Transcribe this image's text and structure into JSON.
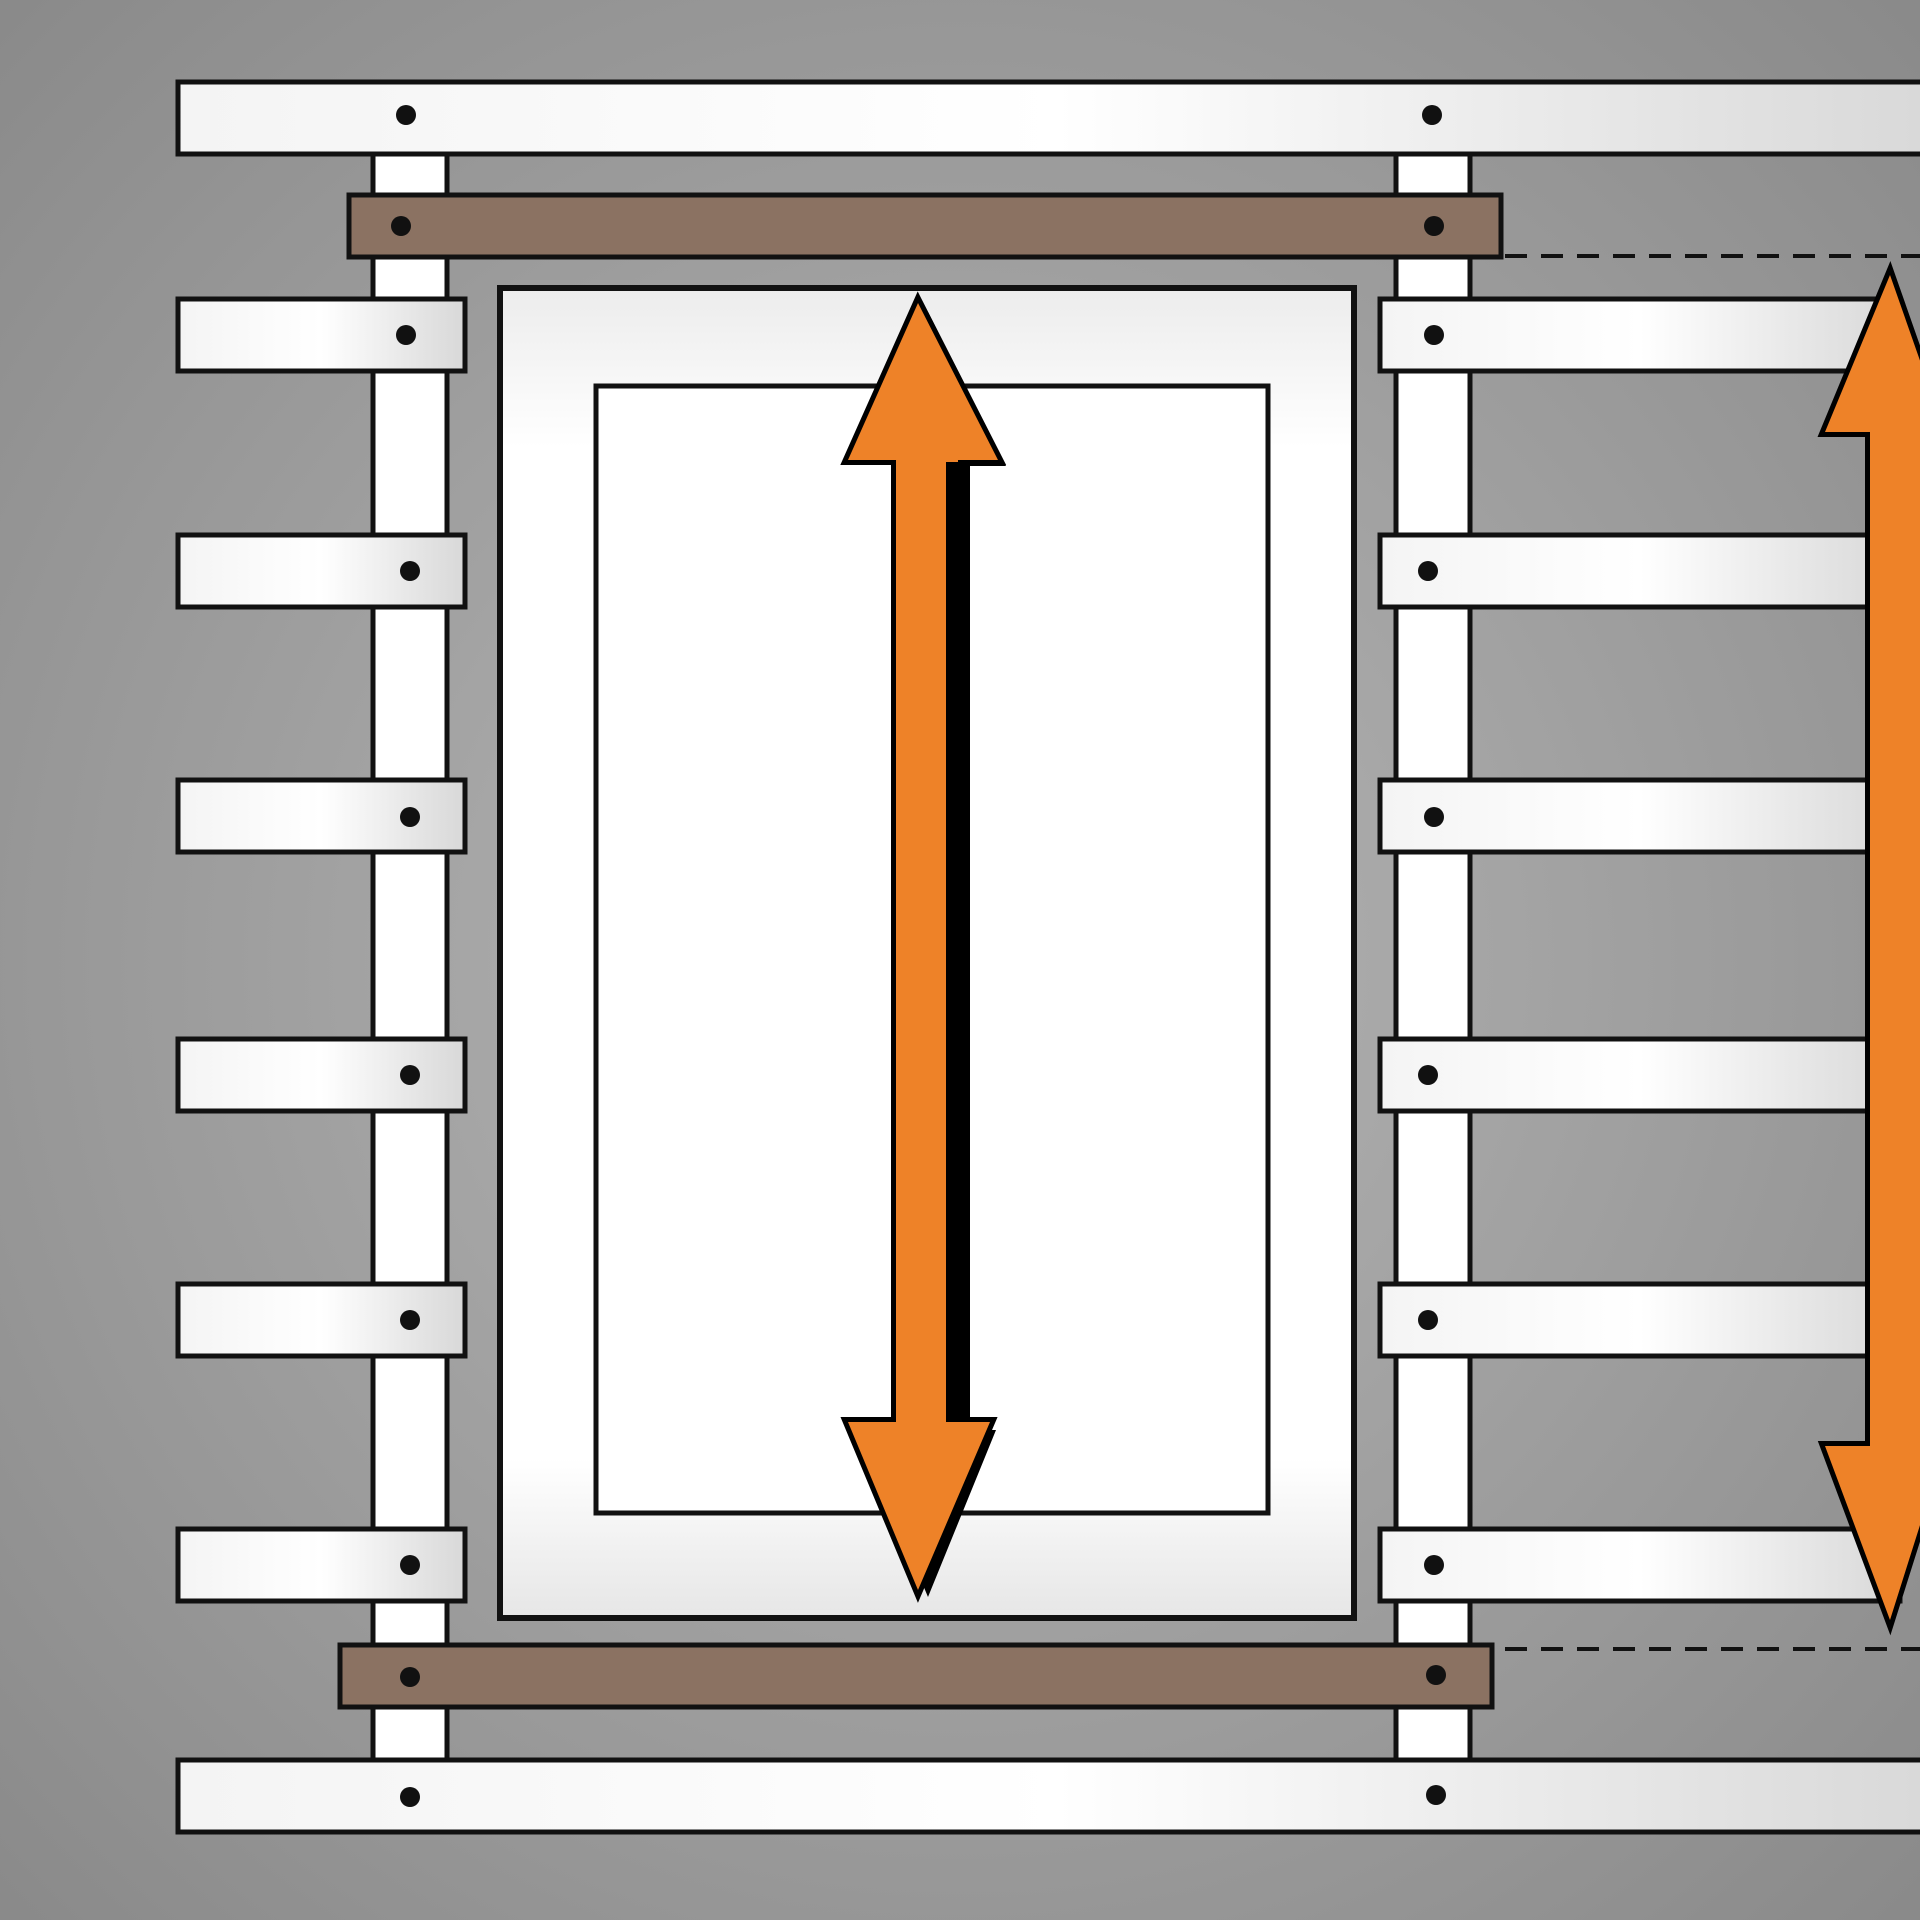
{
  "diagram": {
    "kind": "framing-diagram",
    "colors": {
      "background_center": "#b4b4b4",
      "background_edge": "#8a8a8a",
      "board_light": "#ffffff",
      "board_shade": "#d6d6d6",
      "header_wood": "#8b7262",
      "arrow_orange": "#ee8228",
      "outline": "#111111",
      "opening_shade": "#e8e8e8"
    },
    "icons": {
      "fastener": "nail-dot",
      "dimension": "double-headed-arrow"
    },
    "elements": {
      "top_plate": "top-plate-board",
      "bottom_plate": "bottom-plate-board",
      "studs": [
        "stud-left",
        "stud-right"
      ],
      "headers": [
        "header-top",
        "header-bottom"
      ],
      "opening": "window-opening",
      "arrows": [
        "height-arrow-main",
        "height-arrow-right"
      ],
      "reference_lines": [
        "dashed-reference-top",
        "dashed-reference-bottom"
      ]
    }
  }
}
